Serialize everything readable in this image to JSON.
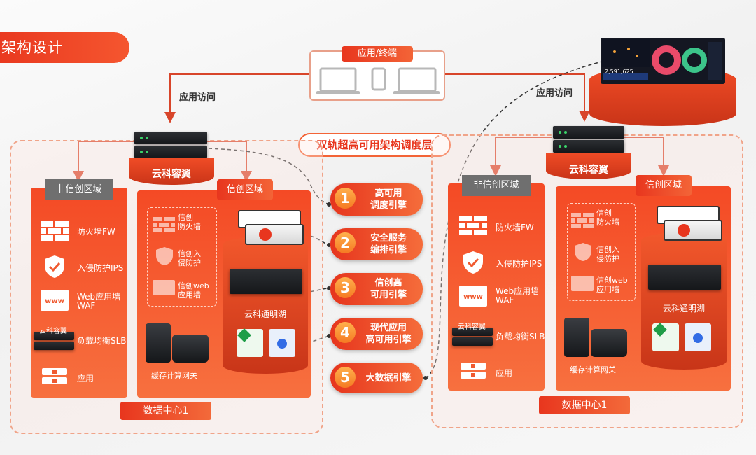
{
  "page_title": "架构设计",
  "client": {
    "label": "应用/终端"
  },
  "access_left": "应用访问",
  "access_right": "应用访问",
  "sched_layer": "双轨超高可用架构调度层",
  "engines": [
    {
      "num": "1",
      "label": "高可用\n调度引擎"
    },
    {
      "num": "2",
      "label": "安全服务\n编排引擎"
    },
    {
      "num": "3",
      "label": "信创高\n可用引擎"
    },
    {
      "num": "4",
      "label": "现代应用\n高可用引擎"
    },
    {
      "num": "5",
      "label": "大数据引擎"
    }
  ],
  "dc_left": {
    "gateway": "云科容翼",
    "non_xc": {
      "label": "非信创区域",
      "items": [
        "防火墙FW",
        "入侵防护IPS",
        "Web应用墙\nWAF",
        "负载均衡SLB",
        "应用"
      ],
      "slb_device_label": "云科容翼"
    },
    "xc": {
      "label": "信创区域",
      "sub_items": [
        "信创\n防火墙",
        "信创入\n侵防护",
        "信创web\n应用墙"
      ],
      "lake": "云科通明湖",
      "cache": "缓存计算网关"
    },
    "name": "数据中心1"
  },
  "dc_right": {
    "gateway": "云科容翼",
    "non_xc": {
      "label": "非信创区域",
      "items": [
        "防火墙FW",
        "入侵防护IPS",
        "Web应用墙\nWAF",
        "负载均衡SLB",
        "应用"
      ],
      "slb_device_label": "云科容翼"
    },
    "xc": {
      "label": "信创区域",
      "sub_items": [
        "信创\n防火墙",
        "信创入\n侵防护",
        "信创web\n应用墙"
      ],
      "lake": "云科通明湖",
      "cache": "缓存计算网关"
    },
    "name": "数据中心1"
  },
  "monitor_value": "2,591,625",
  "colors": {
    "accent": "#e8361e",
    "accent_light": "#f56d3b",
    "label_grey": "#6f6f6f"
  }
}
